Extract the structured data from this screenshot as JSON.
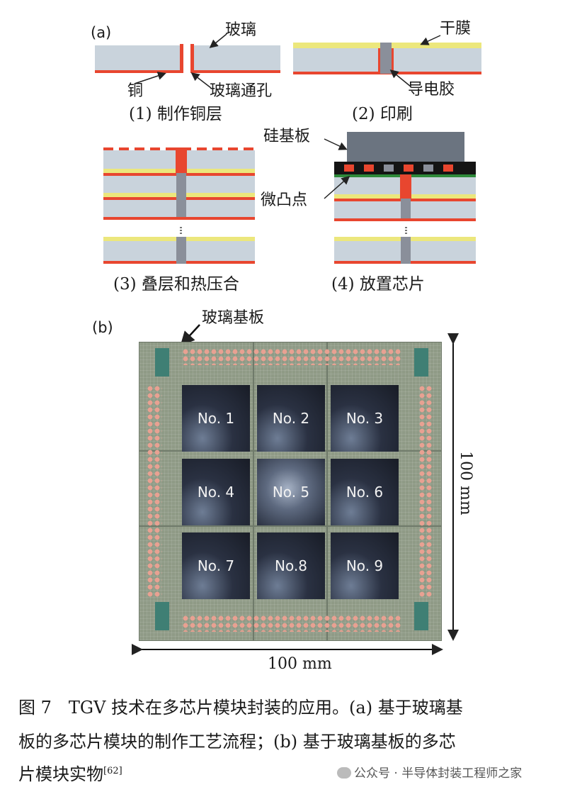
{
  "figure": {
    "panel_a": {
      "label": "(a)",
      "labels": {
        "glass": "玻璃",
        "copper": "铜",
        "tgv": "玻璃通孔",
        "dry_film": "干膜",
        "conductive_adhesive": "导电胶",
        "silicon_substrate": "硅基板",
        "micro_bump": "微凸点"
      },
      "steps": [
        {
          "caption": "(1) 制作铜层"
        },
        {
          "caption": "(2) 印刷"
        },
        {
          "caption": "(3) 叠层和热压合"
        },
        {
          "caption": "(4) 放置芯片"
        }
      ]
    },
    "panel_b": {
      "label": "(b)",
      "substrate_label": "玻璃基板",
      "dim_vertical": "100 mm",
      "dim_horizontal": "100 mm",
      "chips": [
        "No. 1",
        "No. 2",
        "No. 3",
        "No. 4",
        "No. 5",
        "No. 6",
        "No. 7",
        "No.8",
        "No. 9"
      ]
    },
    "caption": {
      "line1": "图 7　TGV 技术在多芯片模块封装的应用。(a) 基于玻璃基",
      "line2": "板的多芯片模块的制作工艺流程；(b) 基于玻璃基板的多芯",
      "line3": "片模块实物",
      "ref": "[62]"
    },
    "watermark": "公众号 · 半导体封装工程师之家",
    "colors": {
      "copper": "#e8462f",
      "glass": "#c9d3dc",
      "dry_film": "#ece77c",
      "adhesive": "#8a8f9a"
    }
  }
}
